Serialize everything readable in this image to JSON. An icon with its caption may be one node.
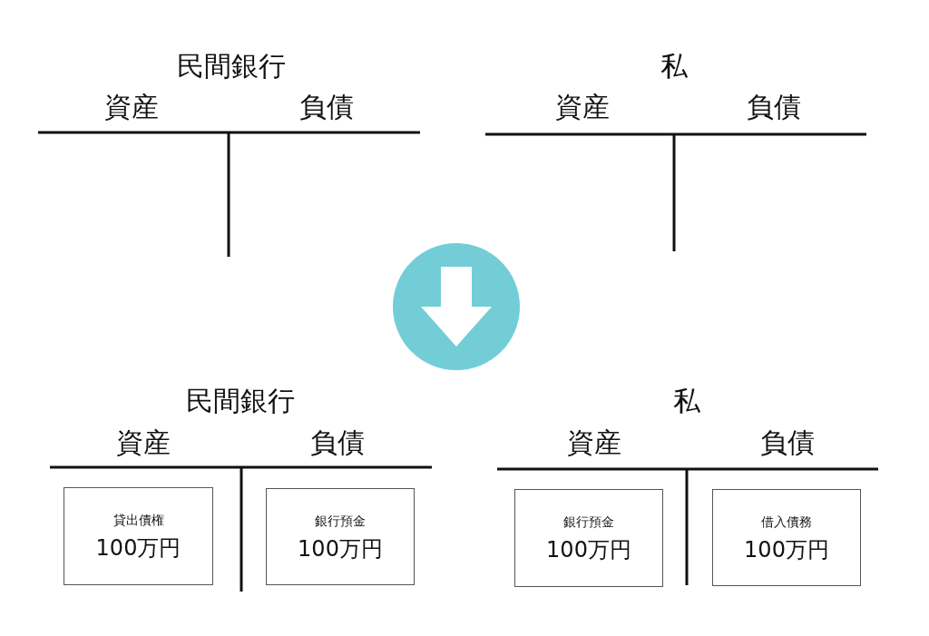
{
  "diagram": {
    "nodes": [
      {
        "text": [
          "貸出債権",
          "100万円"
        ]
      },
      {
        "text": [
          "銀行預金",
          "100万円"
        ]
      },
      {
        "text": [
          "銀行預金",
          "100万円"
        ]
      },
      {
        "text": [
          "借入債務",
          "100万円"
        ]
      }
    ],
    "labels": [
      "民間銀行",
      "私",
      "資産",
      "負債",
      "資産",
      "負債",
      "民間銀行",
      "私",
      "資産",
      "負債",
      "資産",
      "負債"
    ]
  }
}
